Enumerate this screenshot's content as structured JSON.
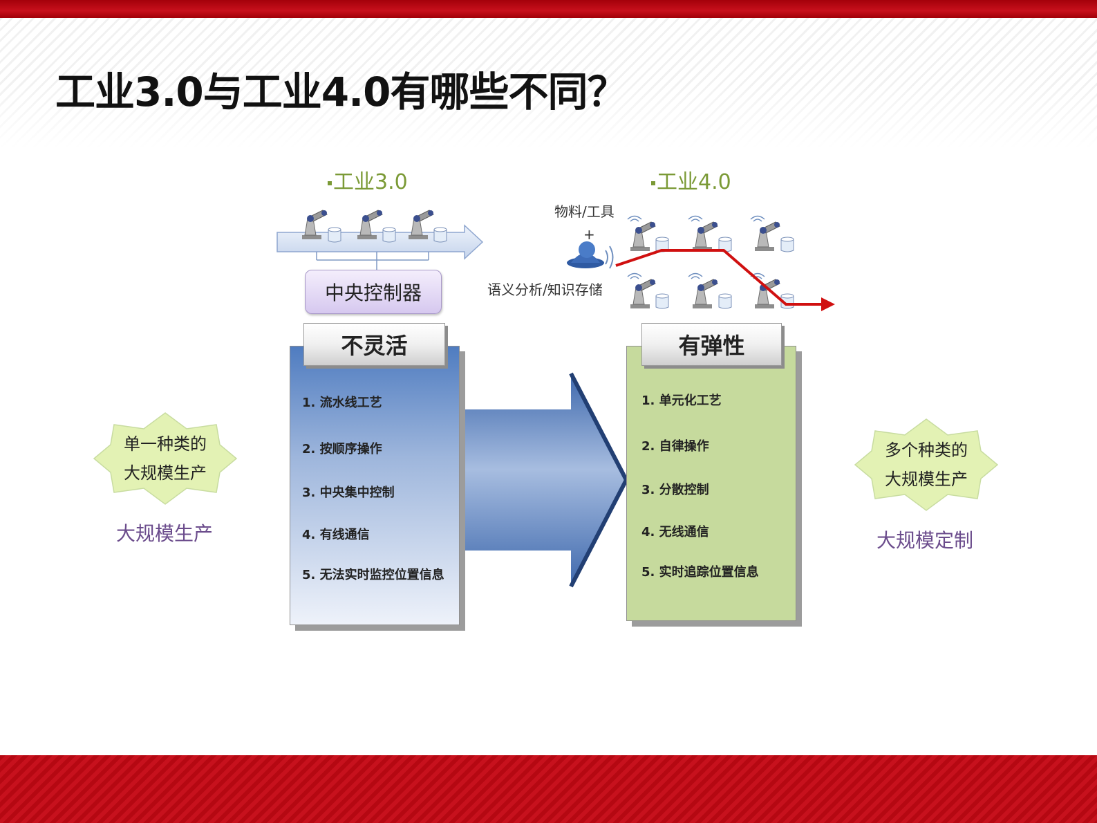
{
  "title": "工业3.0与工业4.0有哪些不同？",
  "industry30": {
    "label": "工业3.0",
    "controller": "中央控制器",
    "header": "不灵活",
    "items": [
      "1. 流水线工艺",
      "2. 按顺序操作",
      "3. 中央集中控制",
      "4. 有线通信",
      "5. 无法实时监控位置信息"
    ]
  },
  "industry40": {
    "label": "工业4.0",
    "materials": "物料/工具",
    "plus": "+",
    "semantic": "语义分析/知识存储",
    "header": "有弹性",
    "items": [
      "1. 单元化工艺",
      "2. 自律操作",
      "3. 分散控制",
      "4. 无线通信",
      "5. 实时追踪位置信息"
    ]
  },
  "left_badge": {
    "line1": "单一种类的",
    "line2": "大规模生产",
    "caption": "大规模生产"
  },
  "right_badge": {
    "line1": "多个种类的",
    "line2": "大规模生产",
    "caption": "大规模定制"
  },
  "colors": {
    "brand_red": "#b50812",
    "label_green": "#7b9a36",
    "caption_purple": "#6b4c8c",
    "flow_red": "#d01010"
  }
}
